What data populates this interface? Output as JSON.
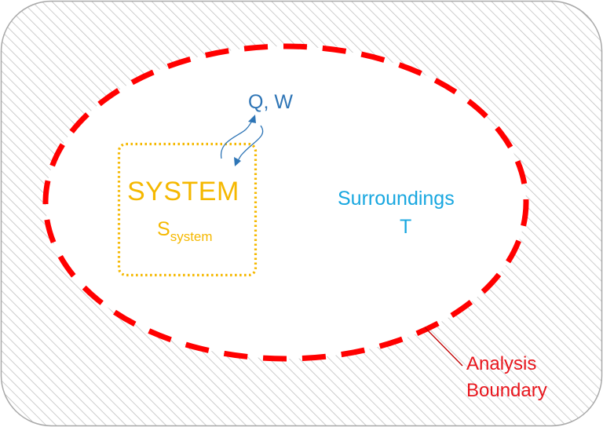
{
  "colors": {
    "hatch": "#b8b8b8",
    "outer_border": "#a9a9a9",
    "boundary": "#ff0000",
    "system": "#f5b800",
    "flow": "#2e75b6",
    "surroundings": "#18a7e0",
    "leader": "#c00000",
    "label_red": "#e8161d"
  },
  "flow": {
    "label": "Q, W",
    "icons": [
      "curved-arrow-up-right-icon",
      "curved-arrow-down-left-icon"
    ]
  },
  "system": {
    "title": "SYSTEM",
    "symbol": "S",
    "symbol_subscript": "system"
  },
  "surroundings": {
    "name": "Surroundings",
    "symbol": "T"
  },
  "boundary": {
    "line1": "Analysis",
    "line2": "Boundary"
  }
}
